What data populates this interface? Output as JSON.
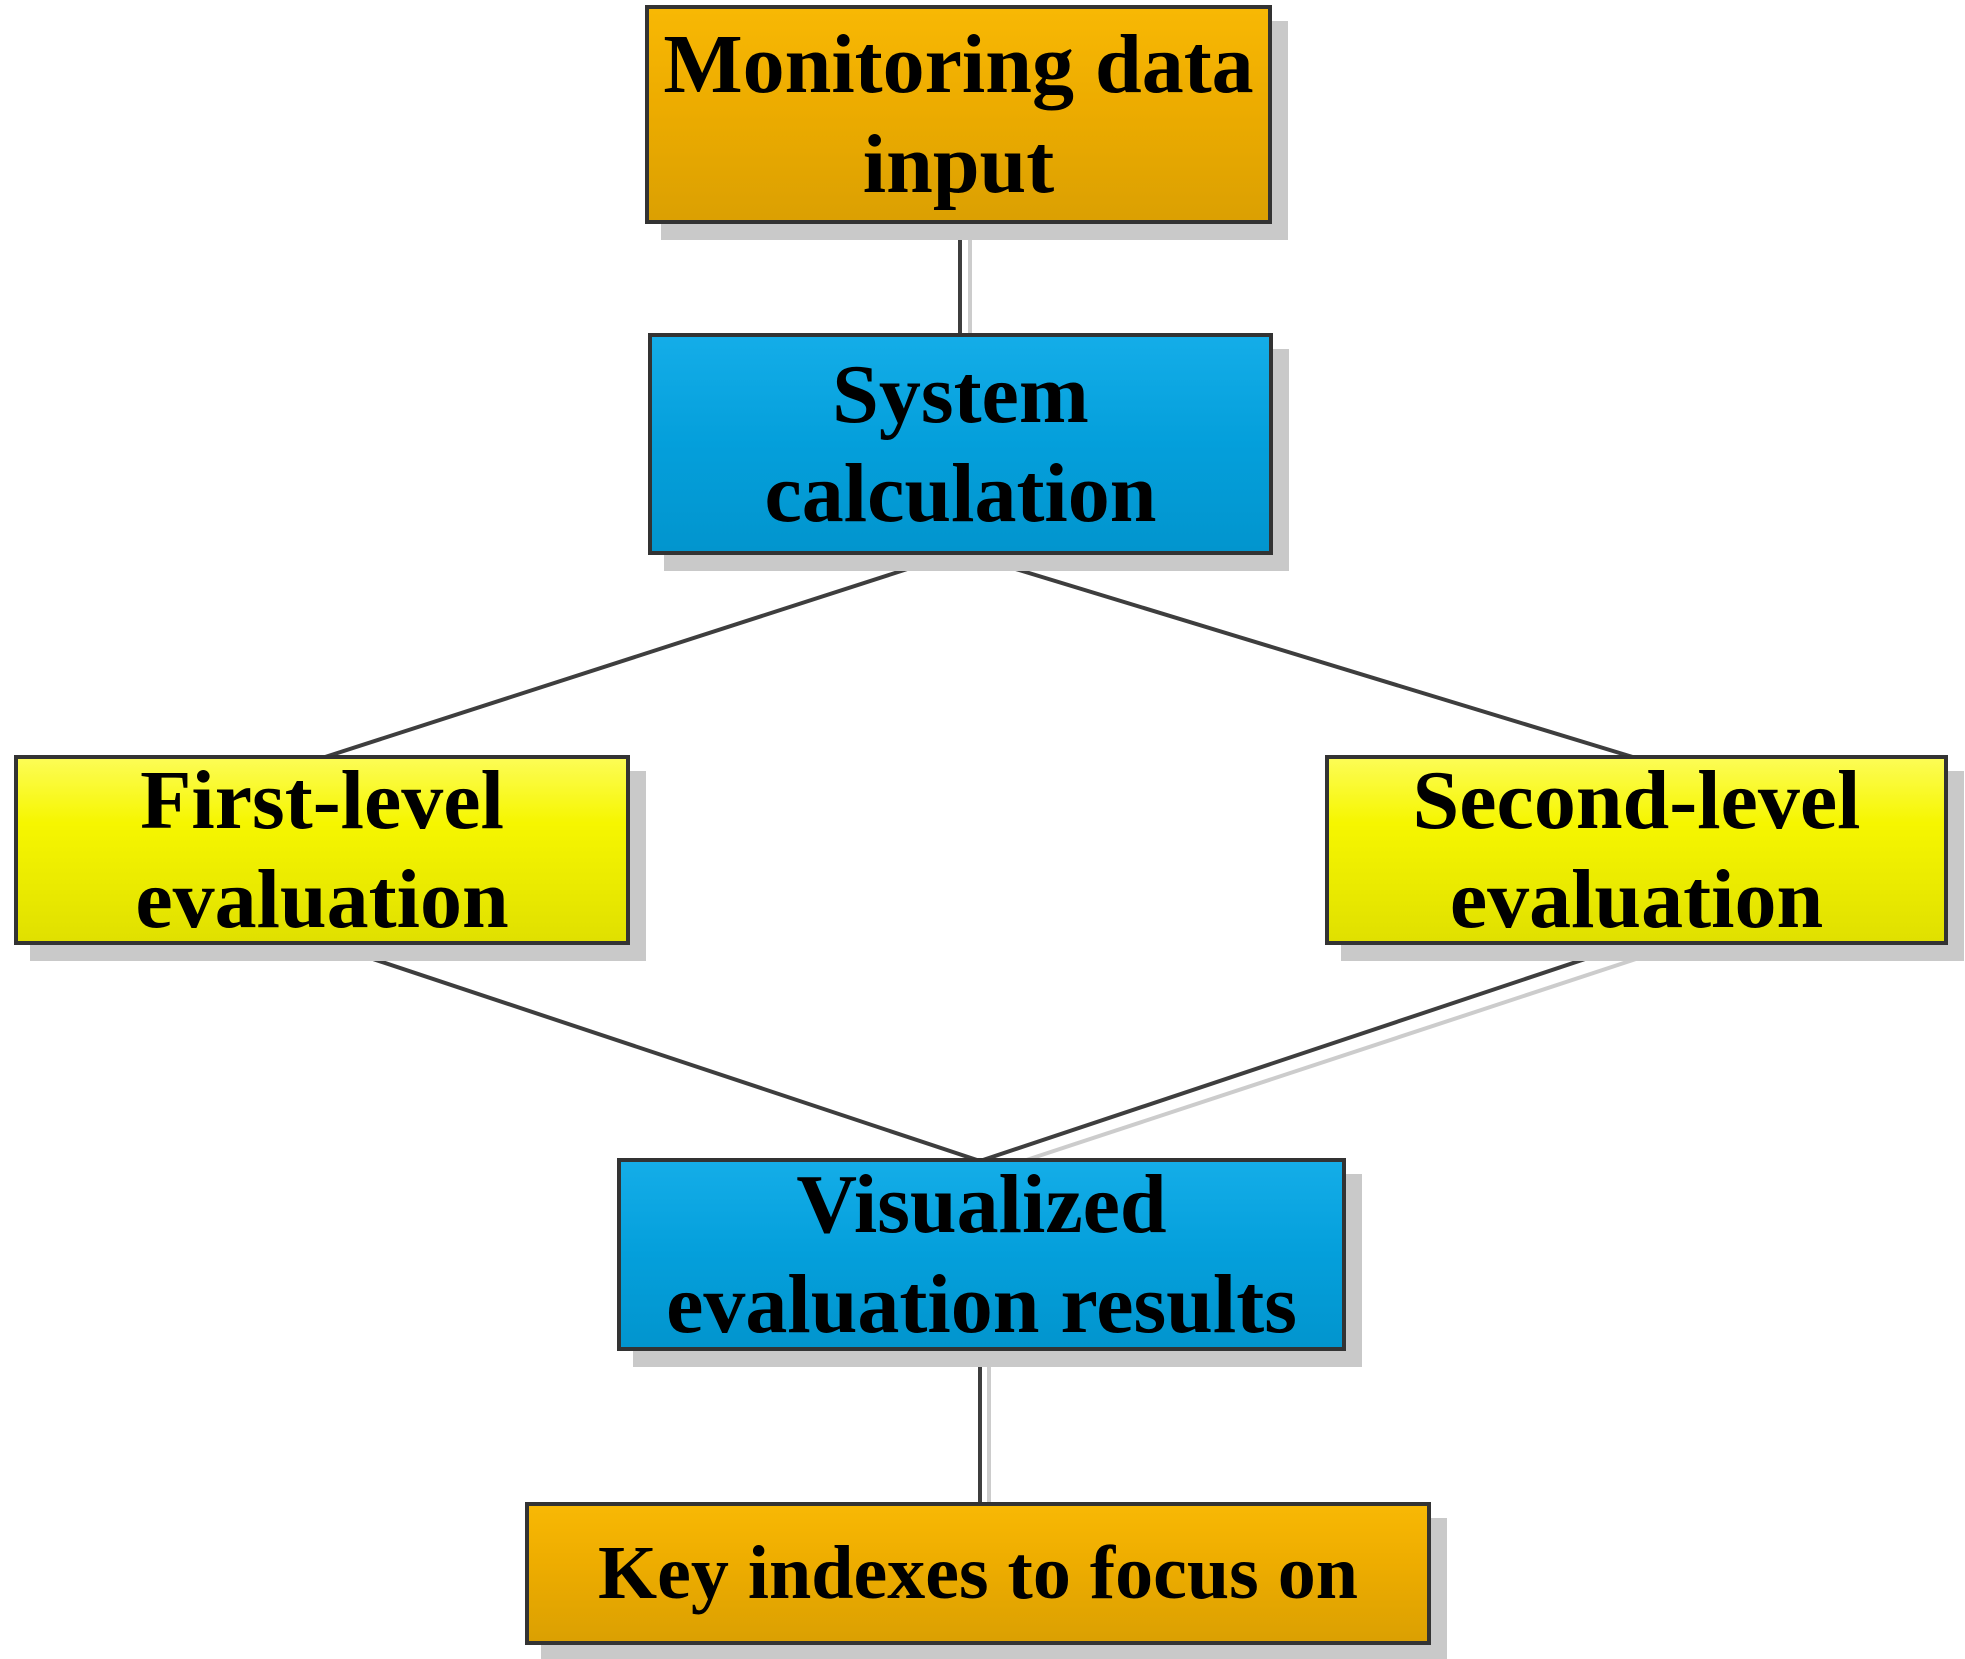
{
  "diagram": {
    "type": "flowchart",
    "nodes": [
      {
        "id": "monitoring-data-input",
        "label": "Monitoring data\ninput",
        "fill": "orange"
      },
      {
        "id": "system-calculation",
        "label": "System\ncalculation",
        "fill": "blue"
      },
      {
        "id": "first-level-evaluation",
        "label": "First-level\nevaluation",
        "fill": "yellow"
      },
      {
        "id": "second-level-evaluation",
        "label": "Second-level\nevaluation",
        "fill": "yellow"
      },
      {
        "id": "visualized-evaluation-results",
        "label": "Visualized\nevaluation results",
        "fill": "blue"
      },
      {
        "id": "key-indexes-to-focus-on",
        "label": "Key indexes to focus on",
        "fill": "orange"
      }
    ],
    "edges": [
      {
        "from": "monitoring-data-input",
        "to": "system-calculation"
      },
      {
        "from": "system-calculation",
        "to": "first-level-evaluation"
      },
      {
        "from": "system-calculation",
        "to": "second-level-evaluation"
      },
      {
        "from": "first-level-evaluation",
        "to": "visualized-evaluation-results"
      },
      {
        "from": "second-level-evaluation",
        "to": "visualized-evaluation-results"
      },
      {
        "from": "visualized-evaluation-results",
        "to": "key-indexes-to-focus-on"
      }
    ],
    "palette": {
      "orange_top": "#f8b804",
      "orange_bottom": "#dba002",
      "blue_top": "#14ade8",
      "blue_bottom": "#0295ce",
      "yellow_top": "#fcfc55",
      "yellow_bottom": "#e0e000",
      "node_border": "#333333",
      "node_shadow": "#c9c9c9",
      "edge_line": "#3e3e3e",
      "edge_shadow": "#cccccc",
      "text": "#000000",
      "background": "#ffffff"
    }
  }
}
